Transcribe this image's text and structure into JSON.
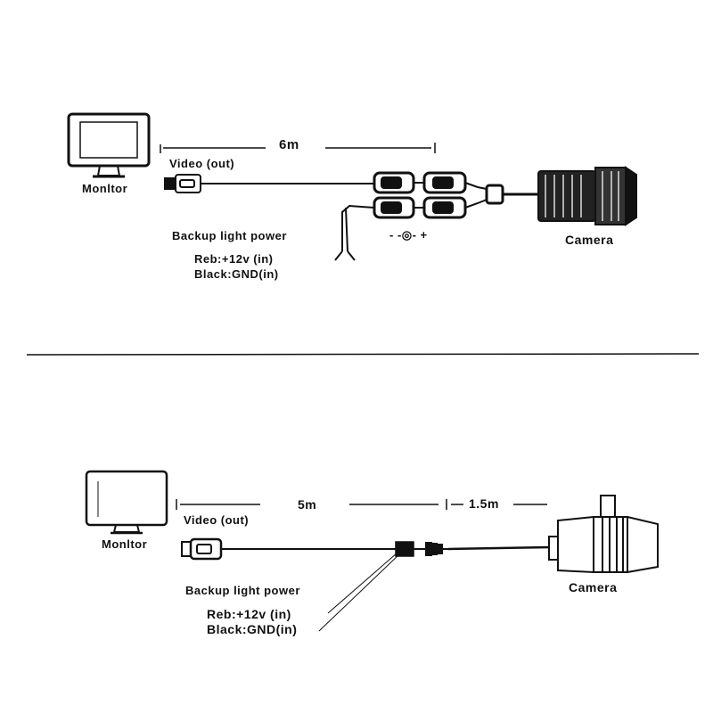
{
  "colors": {
    "ink": "#111111",
    "paper": "#ffffff"
  },
  "top": {
    "monitor_label": "Monltor",
    "distance_label": "6m",
    "video_label": "Video (out)",
    "power_label": "Backup light power",
    "red_label": "Reb:+12v (in)",
    "black_label": "Black:GND(in)",
    "polarity_label": "- -◎- +",
    "camera_label": "Camera"
  },
  "bottom": {
    "monitor_label": "Monltor",
    "distance_label_1": "5m",
    "distance_label_2": "1.5m",
    "video_label": "Video (out)",
    "power_label": "Backup light power",
    "red_label": "Reb:+12v (in)",
    "black_label": "Black:GND(in)",
    "camera_label": "Camera"
  }
}
